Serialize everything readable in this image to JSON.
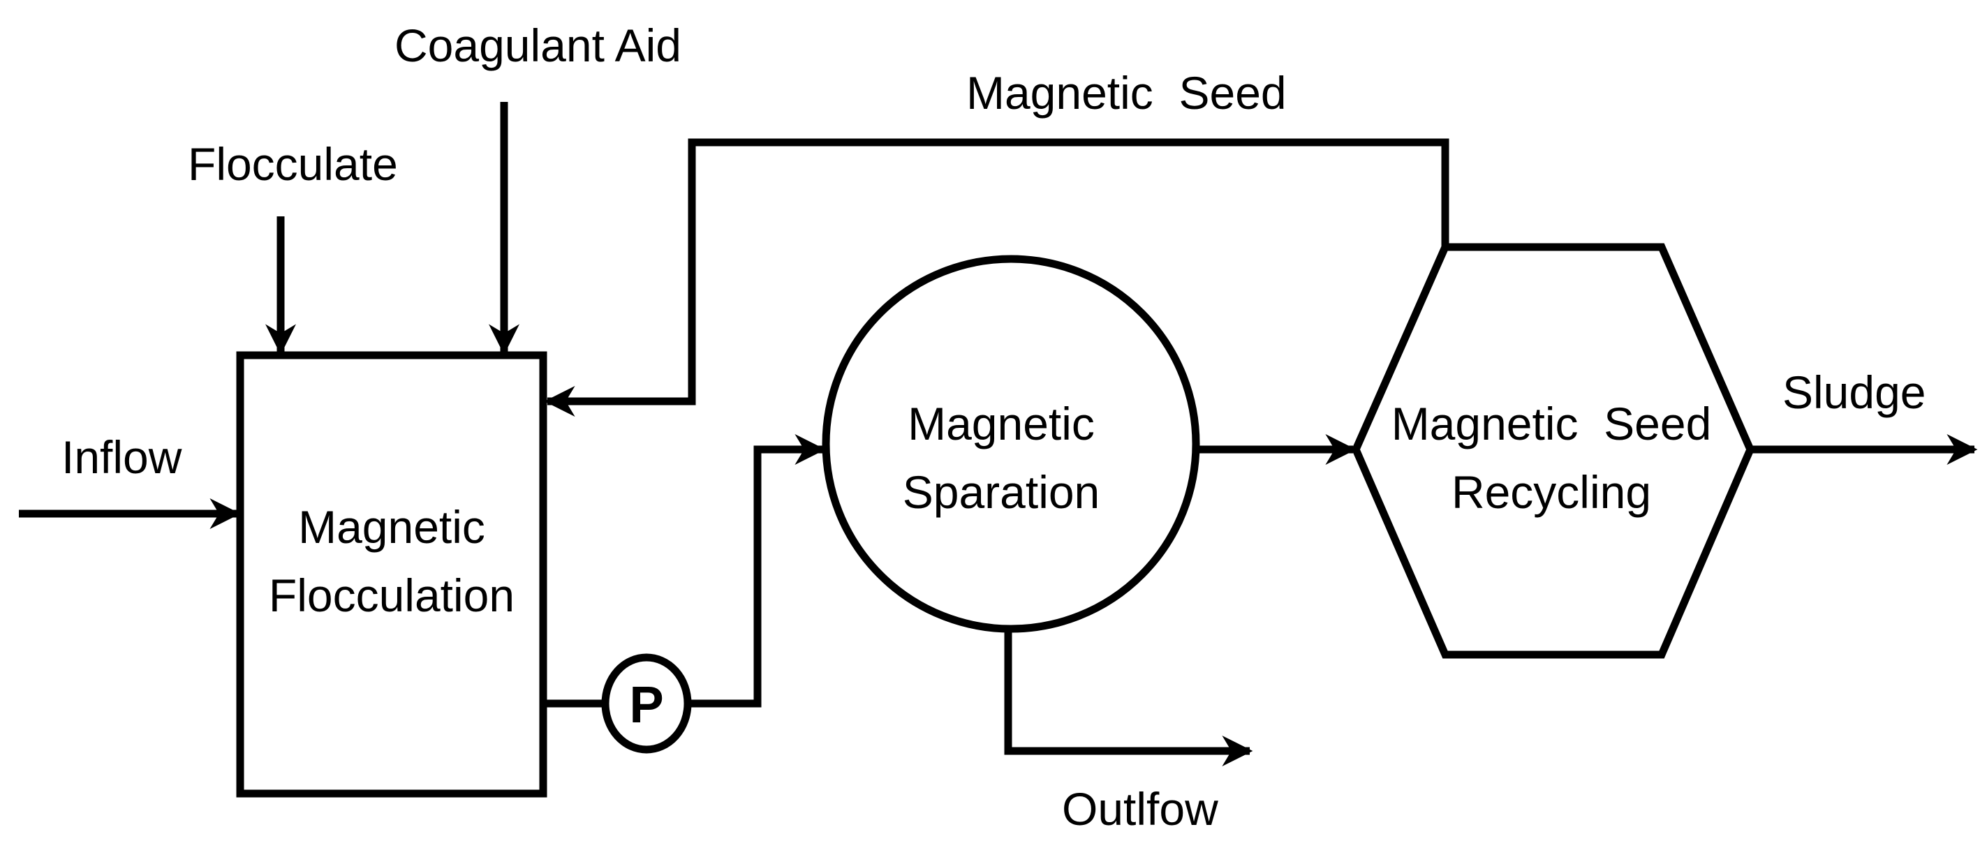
{
  "diagram": {
    "inputs": {
      "flocculate": "Flocculate",
      "coagulant_aid": "Coagulant Aid",
      "inflow": "Inflow"
    },
    "nodes": {
      "flocculation": {
        "line1": "Magnetic",
        "line2": "Flocculation",
        "shape": "rectangle"
      },
      "pump": {
        "label": "P",
        "shape": "ellipse"
      },
      "separation": {
        "line1": "Magnetic",
        "line2": "Sparation",
        "shape": "circle"
      },
      "recycling": {
        "line1": "Magnetic  Seed",
        "line2": "Recycling",
        "shape": "hexagon"
      }
    },
    "flows": {
      "magnetic_seed": "Magnetic  Seed",
      "sludge": "Sludge",
      "outflow": "Outlfow"
    },
    "edges": [
      {
        "from": "Flocculate",
        "to": "Magnetic Flocculation"
      },
      {
        "from": "Coagulant Aid",
        "to": "Magnetic Flocculation"
      },
      {
        "from": "Inflow",
        "to": "Magnetic Flocculation"
      },
      {
        "from": "Magnetic Flocculation",
        "to": "P"
      },
      {
        "from": "P",
        "to": "Magnetic Sparation"
      },
      {
        "from": "Magnetic Sparation",
        "to": "Magnetic Seed Recycling"
      },
      {
        "from": "Magnetic Seed Recycling",
        "to": "Magnetic Flocculation",
        "label": "Magnetic  Seed"
      },
      {
        "from": "Magnetic Seed Recycling",
        "to": "Sludge"
      },
      {
        "from": "Magnetic Sparation",
        "to": "Outlfow"
      }
    ]
  }
}
